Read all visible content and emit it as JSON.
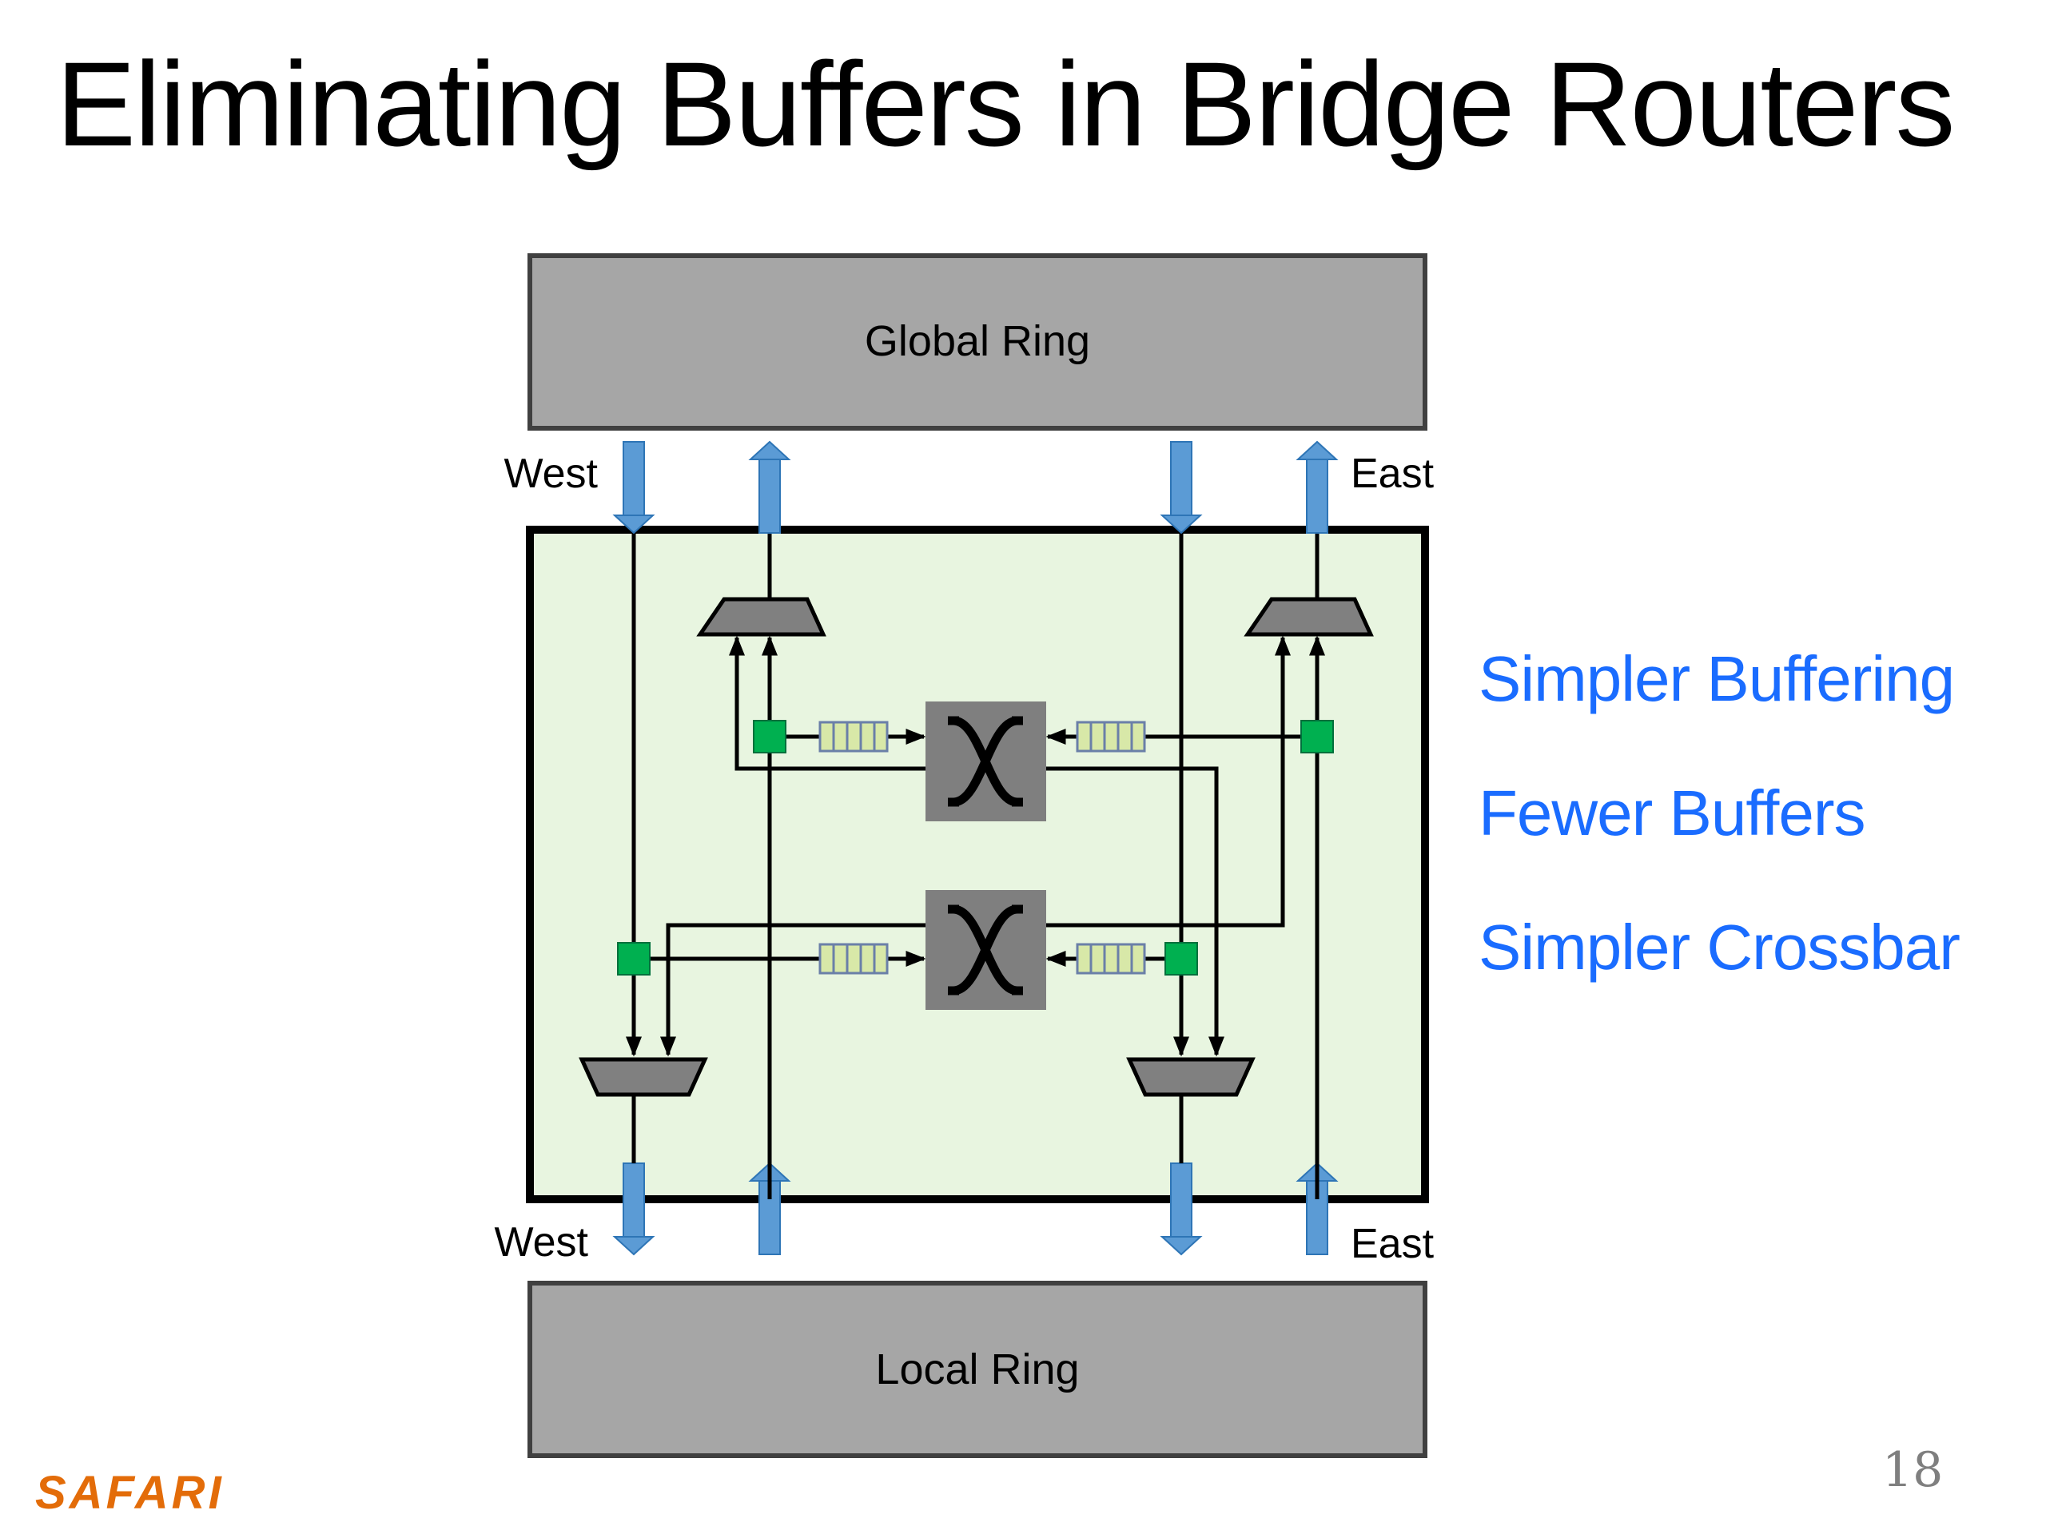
{
  "slide": {
    "title": "Eliminating Buffers in Bridge Routers",
    "page_number": "18",
    "logo_text": "SAFARI"
  },
  "diagram": {
    "global_ring_label": "Global Ring",
    "local_ring_label": "Local Ring",
    "top_left_label": "West",
    "top_right_label": "East",
    "bottom_left_label": "West",
    "bottom_right_label": "East"
  },
  "benefits": [
    "Simpler Buffering",
    "Fewer Buffers",
    "Simpler Crossbar"
  ],
  "colors": {
    "ring_fill": "#a6a6a6",
    "router_fill": "#e8f5e0",
    "arrow_blue": "#5b9bd5",
    "node_green": "#00b050",
    "buffer_fill": "#d8e8a8",
    "crossbar_fill": "#7f7f7f",
    "mux_fill": "#808080",
    "benefit_text": "#1a6cff",
    "logo": "#e36c09"
  }
}
